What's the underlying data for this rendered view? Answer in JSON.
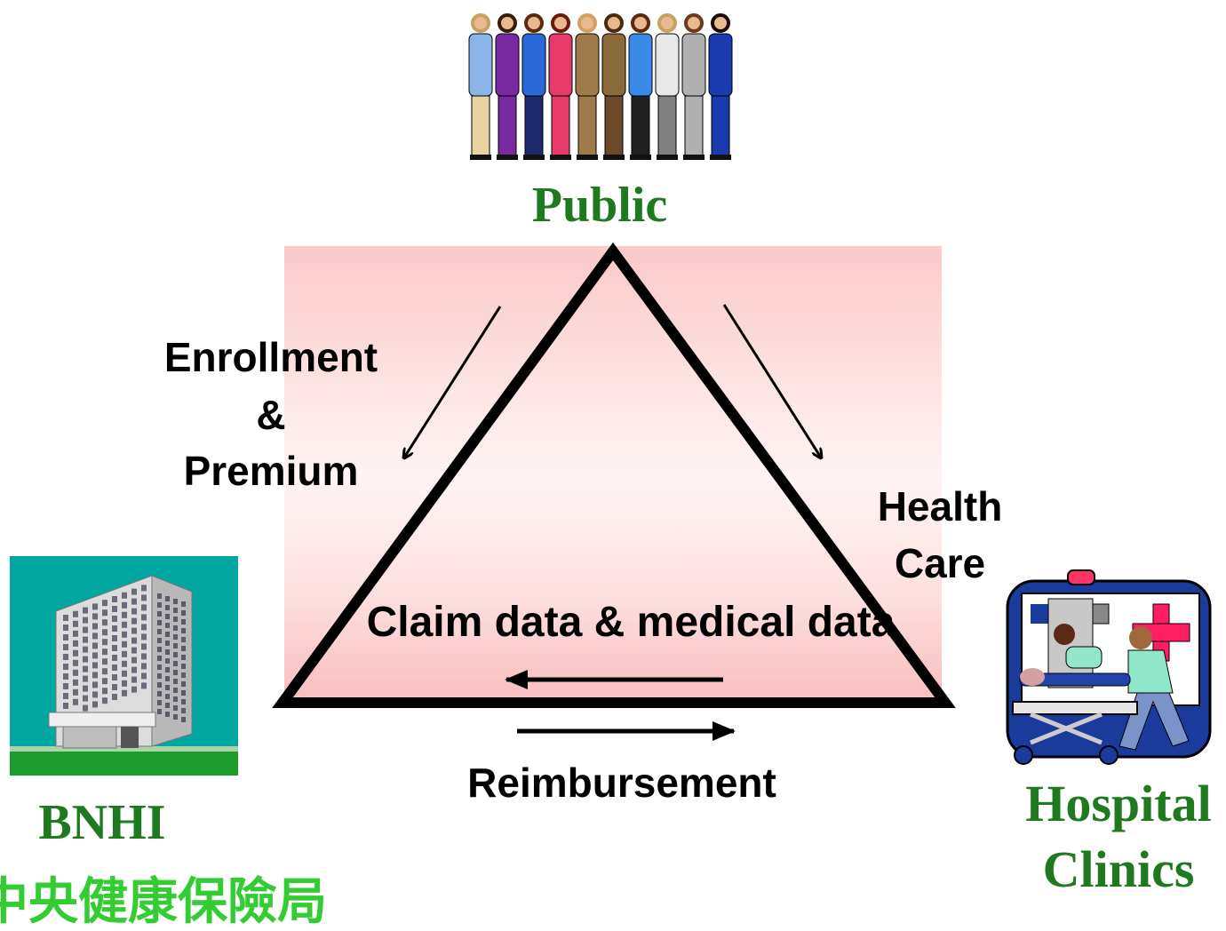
{
  "nodes": {
    "public": {
      "label": "Public"
    },
    "bnhi": {
      "label": "BNHI",
      "sublabel": "中央健康保險局"
    },
    "hospital": {
      "line1": "Hospital",
      "line2": "Clinics"
    }
  },
  "flows": {
    "enrollment": {
      "line1": "Enrollment",
      "line2": "&",
      "line3": "Premium"
    },
    "health_care": {
      "line1": "Health",
      "line2": "Care"
    },
    "claim": {
      "label": "Claim data & medical data"
    },
    "reimbursement": {
      "label": "Reimbursement"
    }
  },
  "colors": {
    "node_label": "#1f7a1f",
    "background_top": "#fbc9c9",
    "cjk": "#33cc33",
    "bnhi_bg": "#00a6a0"
  },
  "icons": {
    "public": "crowd-of-people-icon",
    "bnhi": "office-building-icon",
    "hospital": "ambulance-stretcher-icon"
  }
}
